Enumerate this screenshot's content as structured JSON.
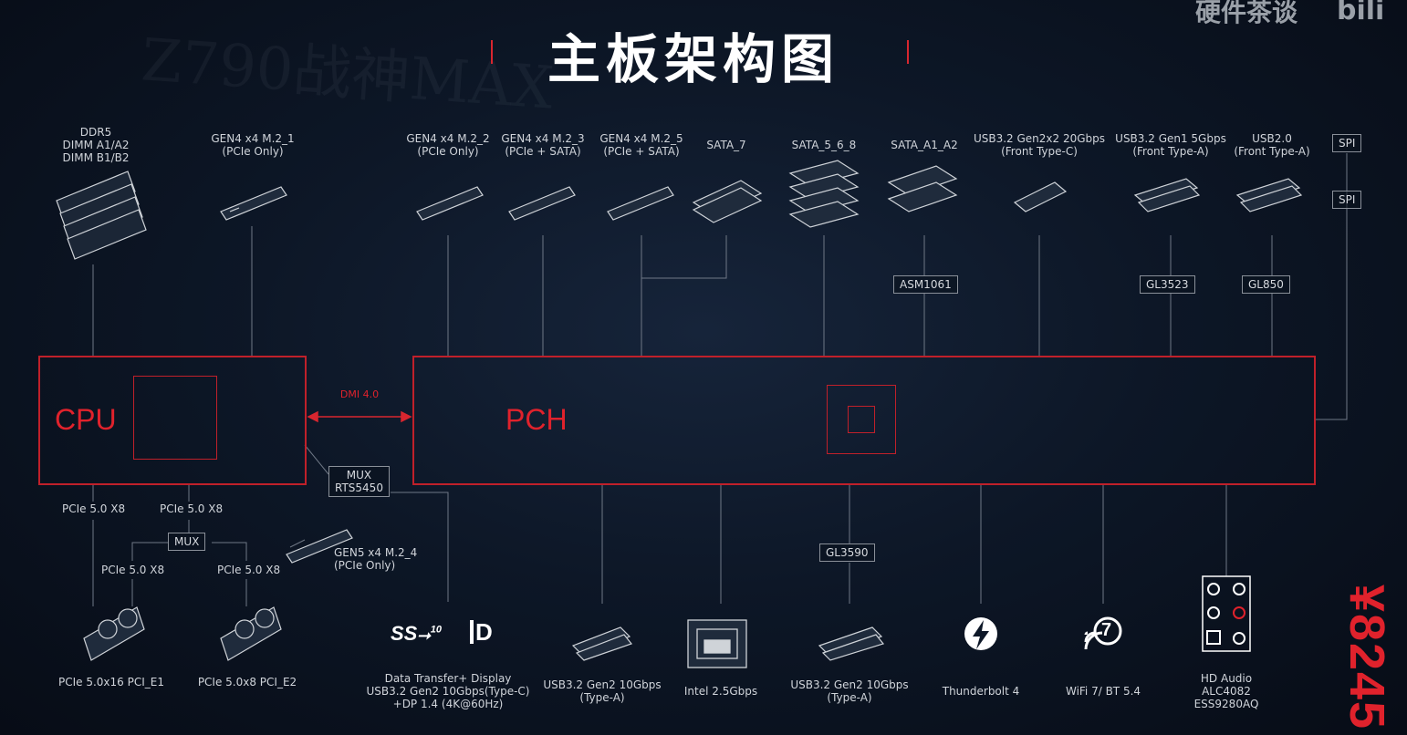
{
  "header": {
    "title": "主板架构图",
    "brand": "硬件茶谈",
    "brand_logo": "bili"
  },
  "watermark": "Z790战神MAX",
  "blocks": {
    "cpu": "CPU",
    "pch": "PCH",
    "dmi": "DMI 4.0"
  },
  "top": {
    "ddr5": "DDR5\nDIMM A1/A2\nDIMM B1/B2",
    "m2_1": "GEN4 x4 M.2_1\n(PCIe Only)",
    "m2_2": "GEN4 x4 M.2_2\n(PCIe Only)",
    "m2_3": "GEN4 x4 M.2_3\n(PCIe + SATA)",
    "m2_5": "GEN4 x4 M.2_5\n(PCIe + SATA)",
    "sata_7": "SATA_7",
    "sata_568": "SATA_5_6_8",
    "sata_a1a2": "SATA_A1_A2",
    "usb_2x2": "USB3.2 Gen2x2 20Gbps\n(Front Type-C)",
    "usb_gen1": "USB3.2 Gen1 5Gbps\n(Front Type-A)",
    "usb2": "USB2.0\n(Front Type-A)",
    "spi1": "SPI",
    "spi2": "SPI"
  },
  "chips": {
    "asm1061": "ASM1061",
    "gl3523": "GL3523",
    "gl850": "GL850",
    "mux_rts": "MUX\nRTS5450",
    "mux": "MUX",
    "gl3590": "GL3590"
  },
  "cpu_lanes": {
    "a": "PCIe 5.0 X8",
    "b": "PCIe 5.0 X8",
    "c": "PCIe 5.0 X8",
    "d": "PCIe 5.0 X8",
    "m2_4": "GEN5 x4 M.2_4\n(PCIe Only)"
  },
  "bottom": {
    "pci_e1": "PCIe 5.0x16 PCI_E1",
    "pci_e2": "PCIe 5.0x8 PCI_E2",
    "ss_logo": "SS",
    "ss_num": "10",
    "dp_logo": "D",
    "datatransfer": "Data Transfer+ Display\nUSB3.2 Gen2 10Gbps(Type-C)\n+DP 1.4 (4K@60Hz)",
    "usb_gen2a": "USB3.2 Gen2 10Gbps\n(Type-A)",
    "lan": "Intel 2.5Gbps",
    "usb_gen2b": "USB3.2 Gen2 10Gbps\n(Type-A)",
    "tb": "Thunderbolt 4",
    "wifi_logo": "7",
    "wifi": "WiFi 7/ BT 5.4",
    "audio": "HD Audio\nALC4082\nESS9280AQ"
  },
  "price": "¥8245",
  "colors": {
    "accent": "#e0222c",
    "line": "#7f8894",
    "bg": "#0d1727"
  }
}
